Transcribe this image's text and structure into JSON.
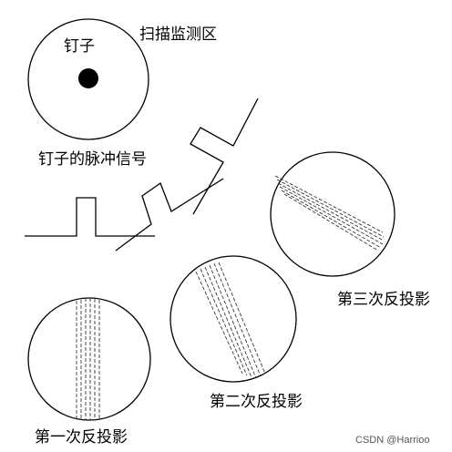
{
  "labels": {
    "nail": "钉子",
    "scan_zone": "扫描监测区",
    "nail_pulse": "钉子的脉冲信号",
    "projection_1": "第一次反投影",
    "projection_2": "第二次反投影",
    "projection_3": "第三次反投影"
  },
  "watermark": "CSDN @Harrioo",
  "colors": {
    "line": "#000000",
    "background": "#ffffff"
  }
}
